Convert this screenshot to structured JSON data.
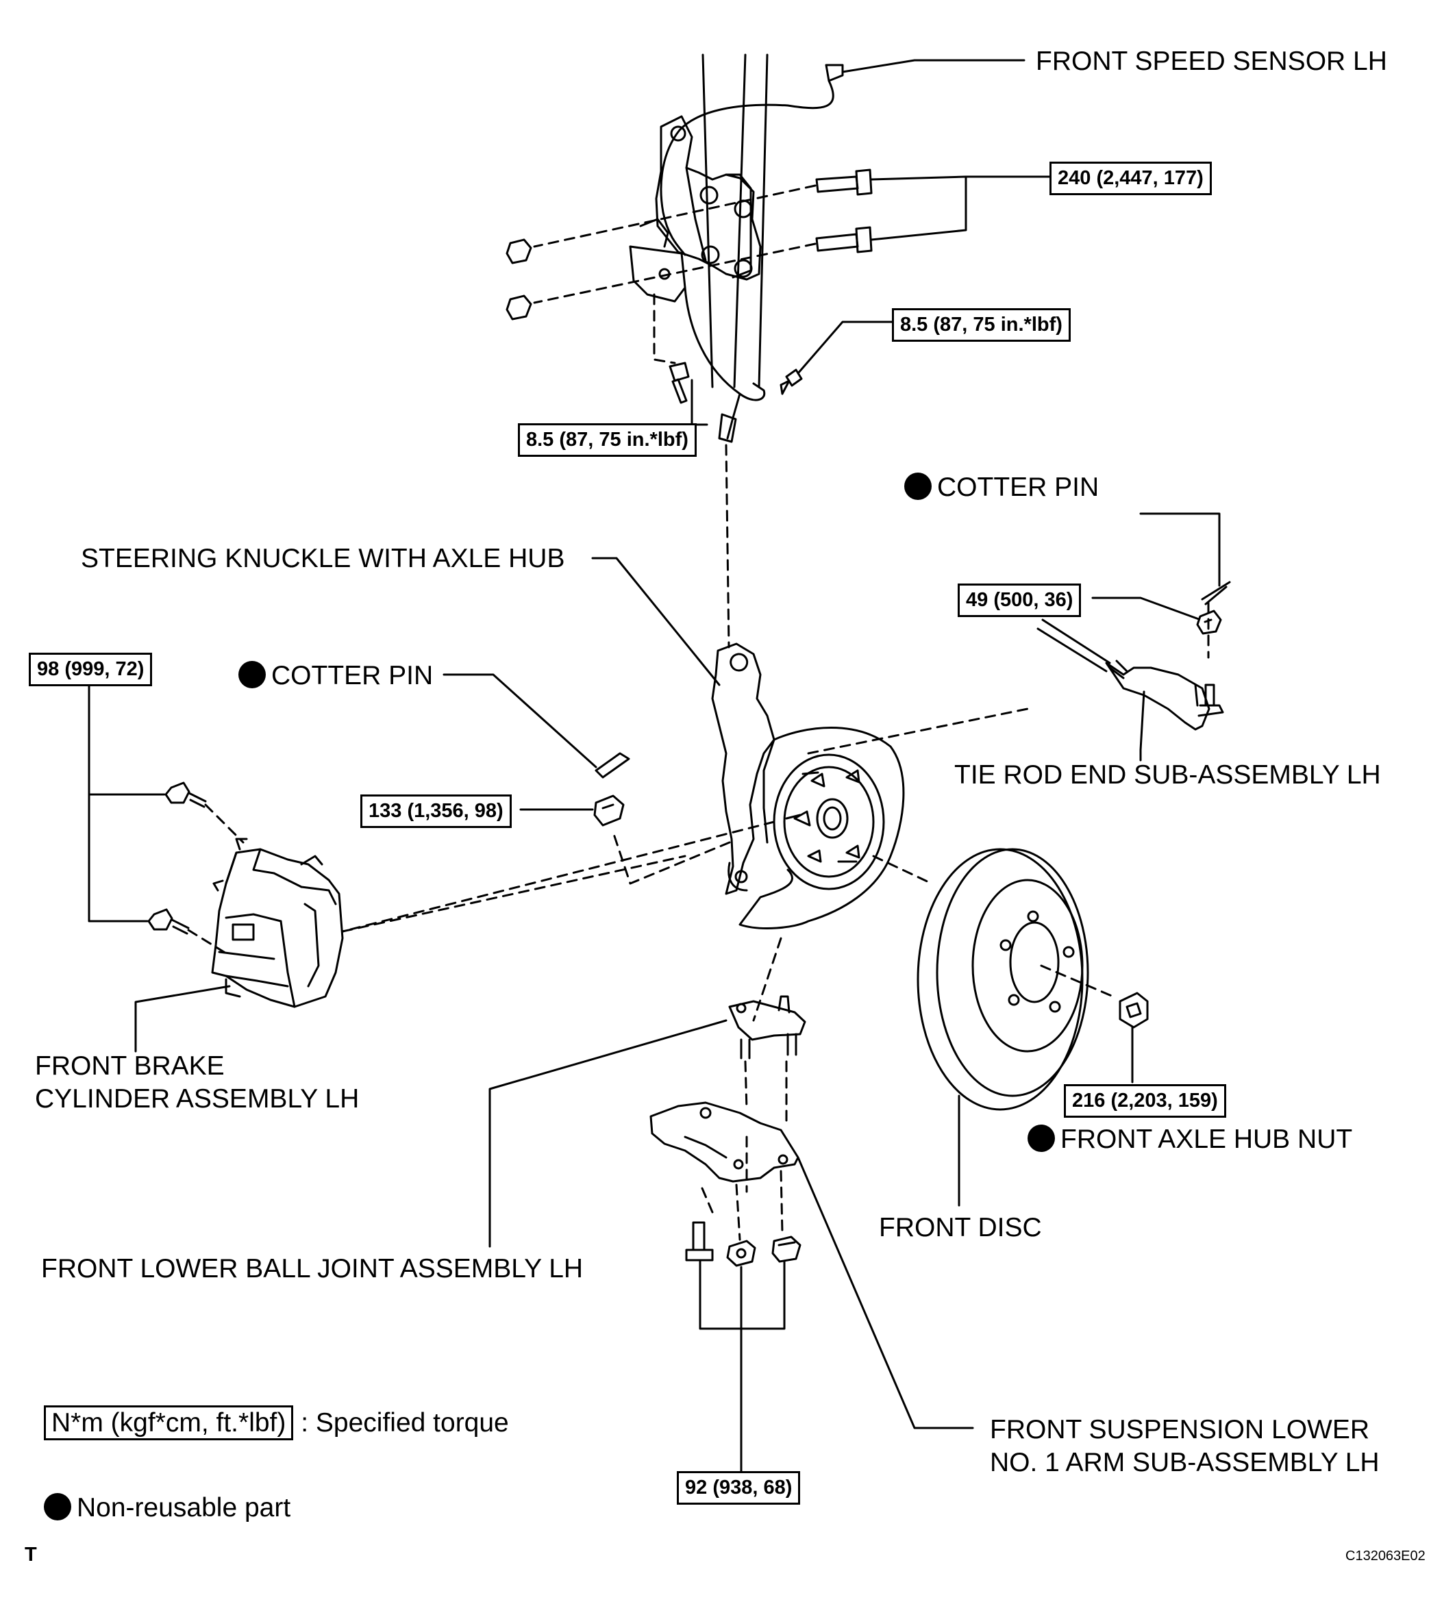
{
  "labels": {
    "front_speed_sensor": "FRONT SPEED SENSOR LH",
    "steering_knuckle": "STEERING KNUCKLE WITH AXLE HUB",
    "cotter_pin_upper": "COTTER PIN",
    "cotter_pin_lower": "COTTER PIN",
    "tie_rod_end": "TIE ROD END SUB-ASSEMBLY LH",
    "front_brake_cylinder_line1": "FRONT BRAKE",
    "front_brake_cylinder_line2": "CYLINDER ASSEMBLY LH",
    "front_axle_hub_nut": "FRONT AXLE HUB NUT",
    "front_disc": "FRONT DISC",
    "front_lower_ball_joint": "FRONT LOWER BALL JOINT ASSEMBLY LH",
    "front_suspension_arm_line1": "FRONT SUSPENSION LOWER",
    "front_suspension_arm_line2": "NO. 1 ARM SUB-ASSEMBLY LH"
  },
  "torques": {
    "strut_bolts": "240 (2,447, 177)",
    "sensor_bolt_right": "8.5 (87, 75 in.*lbf)",
    "sensor_bolt_left": "8.5 (87, 75 in.*lbf)",
    "tie_rod_nut": "49 (500, 36)",
    "caliper_bolts": "98 (999, 72)",
    "ball_joint_nut": "133 (1,356, 98)",
    "axle_hub_nut": "216 (2,203, 159)",
    "lower_arm_bolts": "92 (938, 68)"
  },
  "legend": {
    "torque_unit": "N*m (kgf*cm, ft.*lbf)",
    "torque_desc": ": Specified torque",
    "non_reusable": "Non-reusable part"
  },
  "footer": {
    "mark": "T",
    "code": "C132063E02"
  }
}
